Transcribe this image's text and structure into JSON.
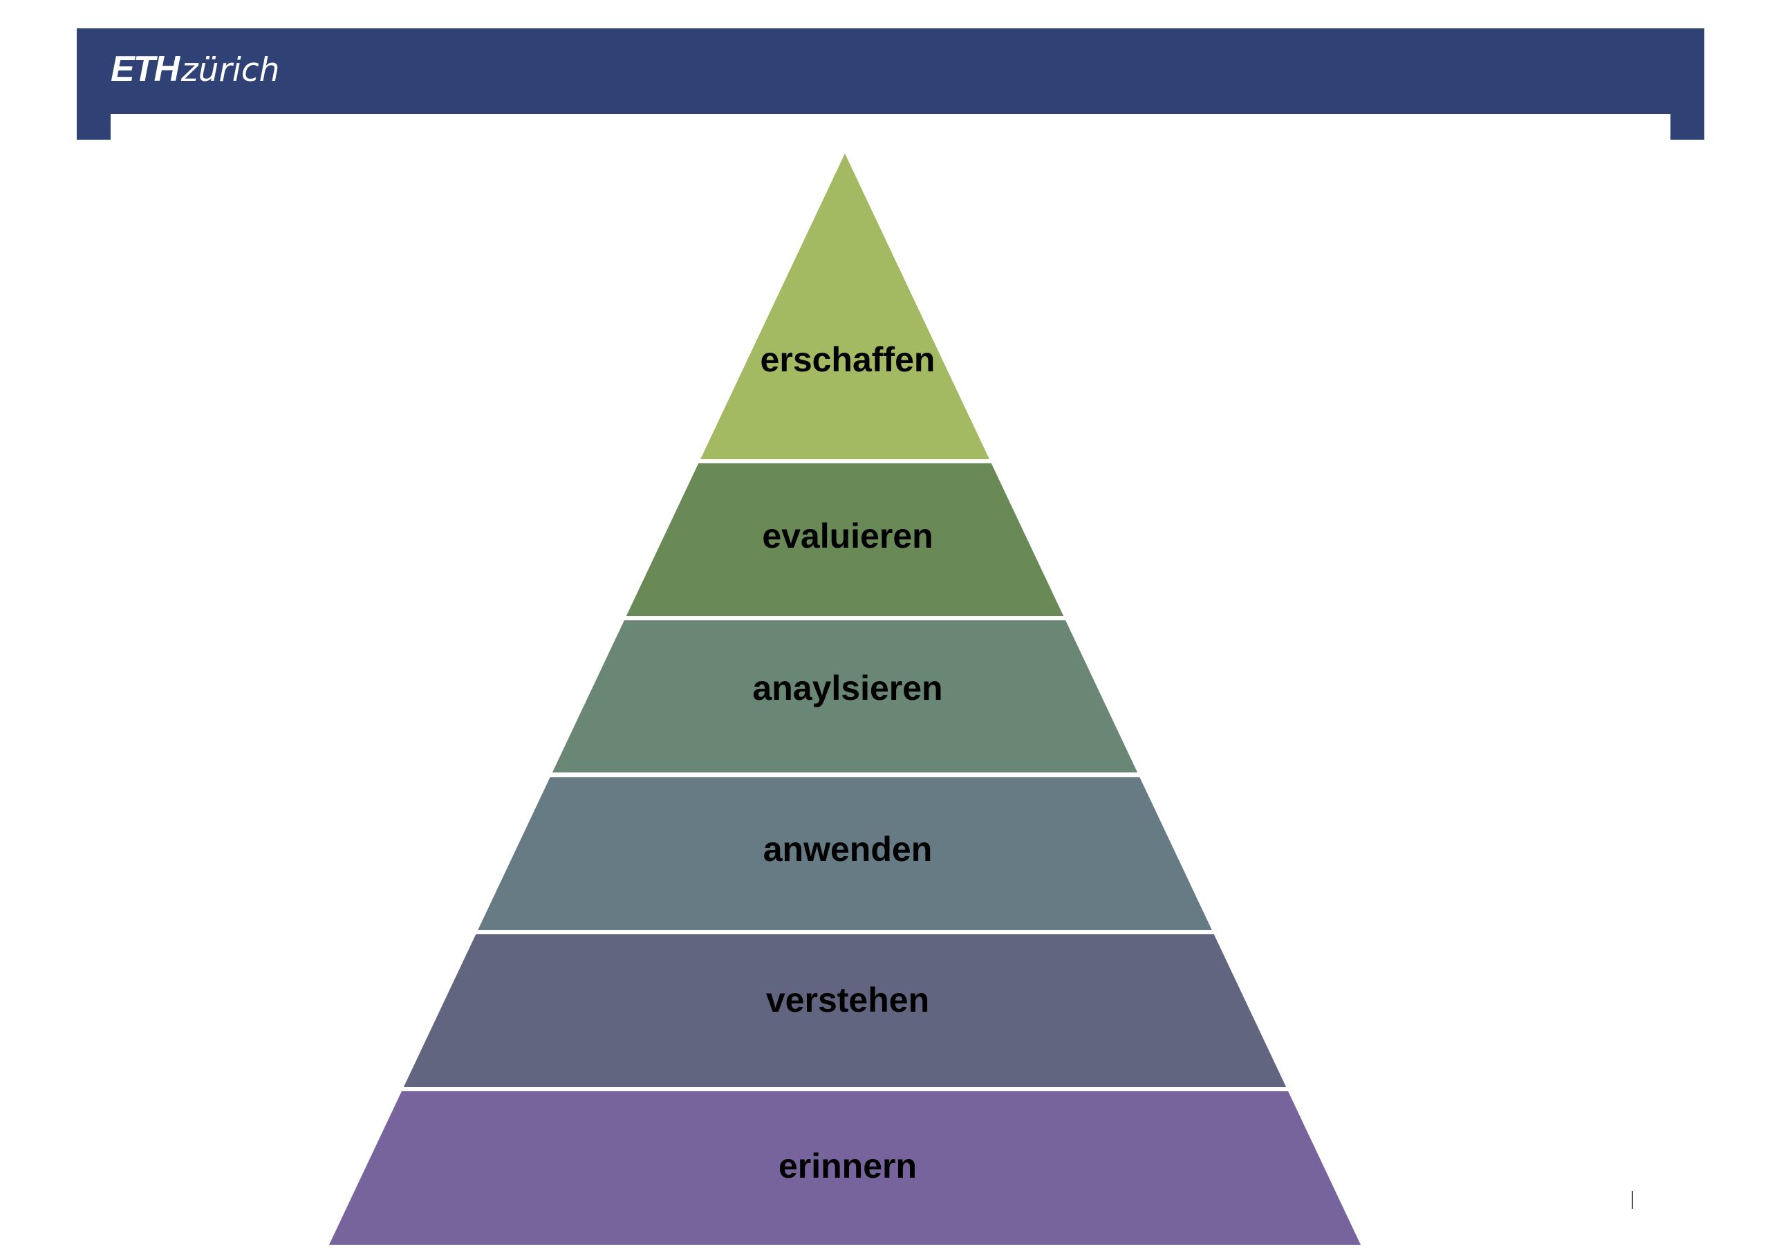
{
  "header": {
    "logo": {
      "text_bold": "ETH",
      "text_light": "zürich"
    },
    "color": "#2f4175"
  },
  "pyramid": {
    "levels": [
      {
        "label": "erschaffen",
        "color": "#a3ba63"
      },
      {
        "label": "evaluieren",
        "color": "#698956"
      },
      {
        "label": "anaylsieren",
        "color": "#6a8675"
      },
      {
        "label": "anwenden",
        "color": "#667b84"
      },
      {
        "label": "verstehen",
        "color": "#61657f"
      },
      {
        "label": "erinnern",
        "color": "#77649d"
      }
    ]
  },
  "page_marker": {
    "text": "|",
    "color": "#555555"
  }
}
